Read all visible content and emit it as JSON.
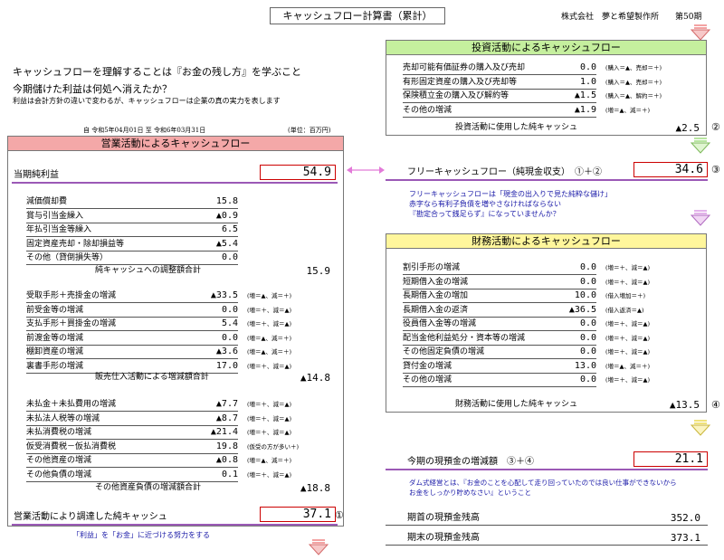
{
  "header": {
    "title": "キャッシュフロー計算書（累計）",
    "company": "株式会社　夢と希望製作所　　第50期"
  },
  "lead": {
    "line1": "キャッシュフローを理解することは『お金の残し方』を学ぶこと",
    "line2": "今期儲けた利益は何処へ消えたか？",
    "line3": "利益は会計方針の違いで変わるが、キャッシュフローは企業の真の実力を表します",
    "period": "自 令和5年04月01日 至 令和6年03月31日",
    "unit": "(単位：百万円)"
  },
  "operating": {
    "header": "営業活動によるキャッシュフロー",
    "net_income_label": "当期純利益",
    "net_income_value": "54.9",
    "group1": [
      {
        "label": "減価償却費",
        "value": "15.8"
      },
      {
        "label": "賞与引当金繰入",
        "value": "▲0.9"
      },
      {
        "label": "年払引当金等繰入",
        "value": "6.5"
      },
      {
        "label": "固定資産売却・除却損益等",
        "value": "▲5.4"
      },
      {
        "label": "その他（貸倒損失等）",
        "value": "0.0"
      }
    ],
    "group1_total_label": "純キャッシュへの調整額合計",
    "group1_total_value": "15.9",
    "group2": [
      {
        "label": "受取手形＋売掛金の増減",
        "value": "▲33.5",
        "note": "(増＝▲、減＝＋)"
      },
      {
        "label": "前受金等の増減",
        "value": "0.0",
        "note": "(増＝＋、減＝▲)"
      },
      {
        "label": "支払手形＋買掛金の増減",
        "value": "5.4",
        "note": "(増＝＋、減＝▲)"
      },
      {
        "label": "前渡金等の増減",
        "value": "0.0",
        "note": "(増＝▲、減＝＋)"
      },
      {
        "label": "棚卸資産の増減",
        "value": "▲3.6",
        "note": "(増＝▲、減＝＋)"
      },
      {
        "label": "裏書手形の増減",
        "value": "17.0",
        "note": "(増＝＋、減＝▲)"
      }
    ],
    "group2_total_label": "販売仕入活動による増減額合計",
    "group2_total_value": "▲14.8",
    "group3": [
      {
        "label": "未払金＋未払費用の増減",
        "value": "▲7.7",
        "note": "(増＝＋、減＝▲)"
      },
      {
        "label": "未払法人税等の増減",
        "value": "▲8.7",
        "note": "(増＝＋、減＝▲)"
      },
      {
        "label": "未払消費税の増減",
        "value": "▲21.4",
        "note": "(増＝＋、減＝▲)"
      },
      {
        "label": "仮受消費税－仮払消費税",
        "value": "19.8",
        "note": "(仮受の方が多い＋)"
      },
      {
        "label": "その他資産の増減",
        "value": "▲0.8",
        "note": "(増＝▲、減＝＋)"
      },
      {
        "label": "その他負債の増減",
        "value": "0.1",
        "note": "(増＝＋、減＝▲)"
      }
    ],
    "group3_total_label": "その他資産負債の増減額合計",
    "group3_total_value": "▲18.8",
    "result_label": "営業活動により調達した純キャッシュ",
    "result_value": "37.1",
    "result_mark": "①",
    "footer_note": "「利益」を「お金」に近づける努力をする"
  },
  "investing": {
    "header": "投資活動によるキャッシュフロー",
    "rows": [
      {
        "label": "売却可能有価証券の購入及び売却",
        "value": "0.0",
        "note": "(購入＝▲、売却＝＋)"
      },
      {
        "label": "有形固定資産の購入及び売却等",
        "value": "1.0",
        "note": "(購入＝▲、売却＝＋)"
      },
      {
        "label": "保険積立金の購入及び解約等",
        "value": "▲1.5",
        "note": "(購入＝▲、解約＝＋)"
      },
      {
        "label": "その他の増減",
        "value": "▲1.9",
        "note": "(増＝▲、減＝＋)"
      }
    ],
    "total_label": "投資活動に使用した純キャッシュ",
    "total_value": "▲2.5",
    "total_mark": "②"
  },
  "free_cf": {
    "label": "フリーキャッシュフロー（純現金収支）　①＋②",
    "value": "34.6",
    "mark": "③",
    "notes": [
      "フリーキャッシュフローは「現金の出入りで見た純粋な儲け」",
      "赤字なら有利子負債を増やさなければならない",
      "『勘定合って銭足らず』になっていませんか？"
    ]
  },
  "financing": {
    "header": "財務活動によるキャッシュフロー",
    "rows": [
      {
        "label": "割引手形の増減",
        "value": "0.0",
        "note": "(増＝＋、減＝▲)"
      },
      {
        "label": "短期借入金の増減",
        "value": "0.0",
        "note": "(増＝＋、減＝▲)"
      },
      {
        "label": "長期借入金の増加",
        "value": "10.0",
        "note": "(借入増加＝＋)"
      },
      {
        "label": "長期借入金の返済",
        "value": "▲36.5",
        "note": "(借入返済＝▲)"
      },
      {
        "label": "役員借入金等の増減",
        "value": "0.0",
        "note": "(増＝＋、減＝▲)"
      },
      {
        "label": "配当金他利益処分・資本等の増減",
        "value": "0.0",
        "note": "(増＝＋、減＝▲)"
      },
      {
        "label": "その他固定負債の増減",
        "value": "0.0",
        "note": "(増＝＋、減＝▲)"
      },
      {
        "label": "貸付金の増減",
        "value": "13.0",
        "note": "(増＝▲、減＝＋)"
      },
      {
        "label": "その他の増減",
        "value": "0.0",
        "note": "(増＝＋、減＝▲)"
      }
    ],
    "total_label": "財務活動に使用した純キャッシュ",
    "total_value": "▲13.5",
    "total_mark": "④"
  },
  "cash_change": {
    "label": "今期の現預金の増減額　③＋④",
    "value": "21.1",
    "notes": [
      "ダム式経営とは、『お金のことを心配して走り回っていたのでは良い仕事ができないから",
      "お金をしっかり貯めなさい』ということ"
    ]
  },
  "balances": [
    {
      "label": "期首の現預金残高",
      "value": "352.0"
    },
    {
      "label": "期末の現預金残高",
      "value": "373.1"
    }
  ],
  "colors": {
    "operating": "#f4a8a8",
    "investing": "#c5ef9e",
    "financing": "#fff69c",
    "highlight_border": "#cc0000",
    "underline": "#9b59b6",
    "note_text": "#1a1aa8"
  }
}
